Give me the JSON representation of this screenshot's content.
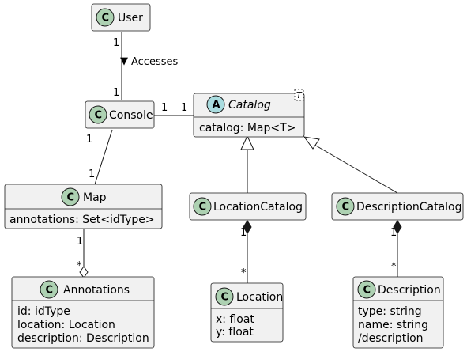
{
  "classes": {
    "user": {
      "name": "User",
      "stereotype": "C"
    },
    "console": {
      "name": "Console",
      "stereotype": "C"
    },
    "catalog": {
      "name": "Catalog",
      "stereotype": "A",
      "type_param": "T",
      "attributes": [
        "catalog: Map<T>"
      ]
    },
    "map": {
      "name": "Map",
      "stereotype": "C",
      "attributes": [
        "annotations: Set<idType>"
      ]
    },
    "location_catalog": {
      "name": "LocationCatalog",
      "stereotype": "C"
    },
    "description_catalog": {
      "name": "DescriptionCatalog",
      "stereotype": "C"
    },
    "annotations": {
      "name": "Annotations",
      "stereotype": "C",
      "attributes": [
        "id: idType",
        "location: Location",
        "description: Description"
      ]
    },
    "location": {
      "name": "Location",
      "stereotype": "C",
      "attributes": [
        "x: float",
        "y: float"
      ]
    },
    "description": {
      "name": "Description",
      "stereotype": "C",
      "attributes": [
        "type: string",
        "name: string",
        "/description"
      ]
    }
  },
  "relations": {
    "user_console": {
      "label": "Accesses",
      "direction": "▼",
      "src_mult": "1",
      "dst_mult": "1"
    },
    "console_catalog": {
      "src_mult": "1",
      "dst_mult": "1"
    },
    "console_map": {
      "src_mult": "1",
      "dst_mult": "1"
    },
    "map_annotations": {
      "src_mult": "1",
      "dst_mult": "*"
    },
    "loccat_location": {
      "src_mult": "1",
      "dst_mult": "*"
    },
    "desccat_description": {
      "src_mult": "1",
      "dst_mult": "*"
    }
  }
}
